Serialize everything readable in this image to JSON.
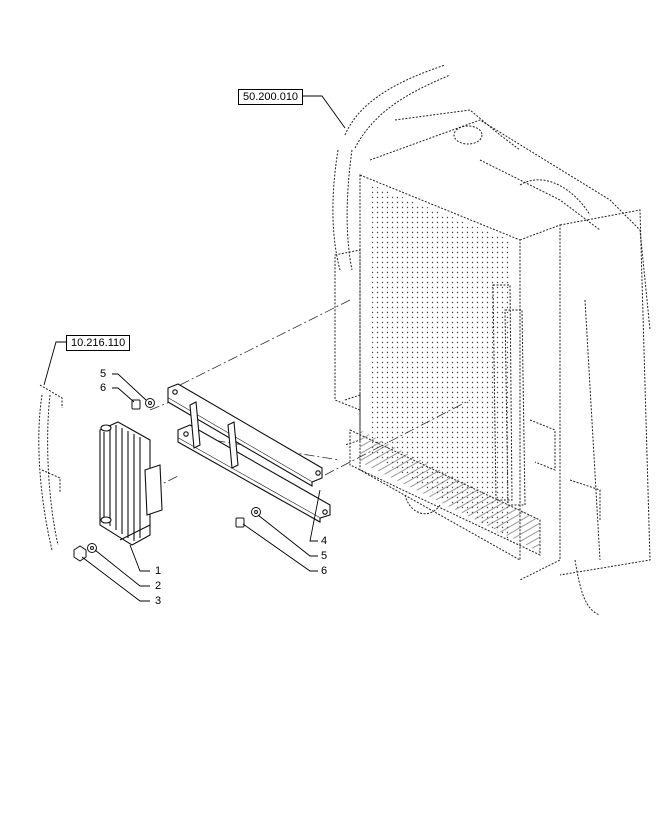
{
  "references": {
    "radiator_group": "50.200.010",
    "oil_cooler_group": "10.216.110"
  },
  "callouts": {
    "c1": "1",
    "c2": "2",
    "c3": "3",
    "c4": "4",
    "c5_top": "5",
    "c6_top": "6",
    "c5_bottom": "5",
    "c6_bottom": "6"
  }
}
